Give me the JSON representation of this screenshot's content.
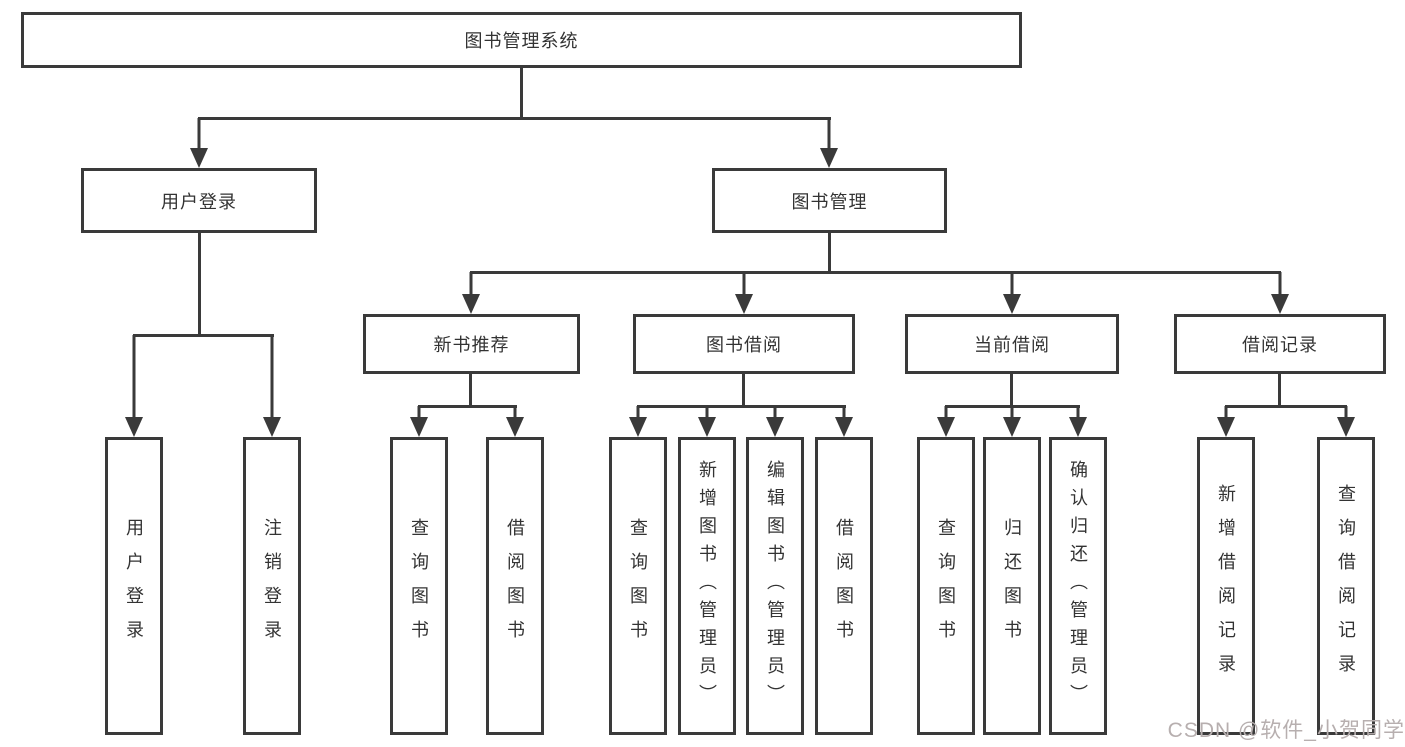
{
  "tree": {
    "root": {
      "label": "图书管理系统"
    },
    "user_login": {
      "label": "用户登录",
      "children": {
        "login": {
          "label": "用户登录"
        },
        "logout": {
          "label": "注销登录"
        }
      }
    },
    "book_mgmt": {
      "label": "图书管理",
      "groups": {
        "new_books": {
          "label": "新书推荐",
          "children": {
            "query": {
              "label": "查询图书"
            },
            "borrow": {
              "label": "借阅图书"
            }
          }
        },
        "borrowing": {
          "label": "图书借阅",
          "children": {
            "query": {
              "label": "查询图书"
            },
            "add": {
              "label": "新增图书（管理员）"
            },
            "edit": {
              "label": "编辑图书（管理员）"
            },
            "borrow": {
              "label": "借阅图书"
            }
          }
        },
        "current": {
          "label": "当前借阅",
          "children": {
            "query": {
              "label": "查询图书"
            },
            "return_book": {
              "label": "归还图书"
            },
            "confirm": {
              "label": "确认归还（管理员）"
            }
          }
        },
        "records": {
          "label": "借阅记录",
          "children": {
            "add": {
              "label": "新增借阅记录"
            },
            "query": {
              "label": "查询借阅记录"
            }
          }
        }
      }
    }
  },
  "watermark": {
    "text": "CSDN @软件_小贺同学",
    "color": "#b7afaf"
  },
  "colors": {
    "line": "#3a3a3a",
    "text": "#333333",
    "background": "#ffffff"
  }
}
